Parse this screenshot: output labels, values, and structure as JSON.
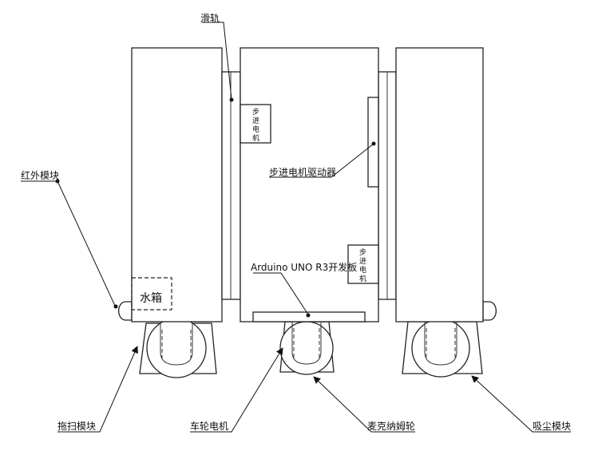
{
  "labels": {
    "slide_rail": "滑轨",
    "stepper_motor_chars": [
      "步",
      "进",
      "电",
      "机"
    ],
    "stepper_driver": "步进电机驱动器",
    "infrared_module": "红外模块",
    "arduino_board": "Arduino UNO R3开发板",
    "water_tank": "水箱",
    "mop_module": "拖扫模块",
    "wheel_motor": "车轮电机",
    "mecanum_wheel": "麦克纳姆轮",
    "vacuum_module": "吸尘模块"
  },
  "colors": {
    "stroke": "#222222",
    "fill": "#ffffff",
    "text": "#111111"
  }
}
